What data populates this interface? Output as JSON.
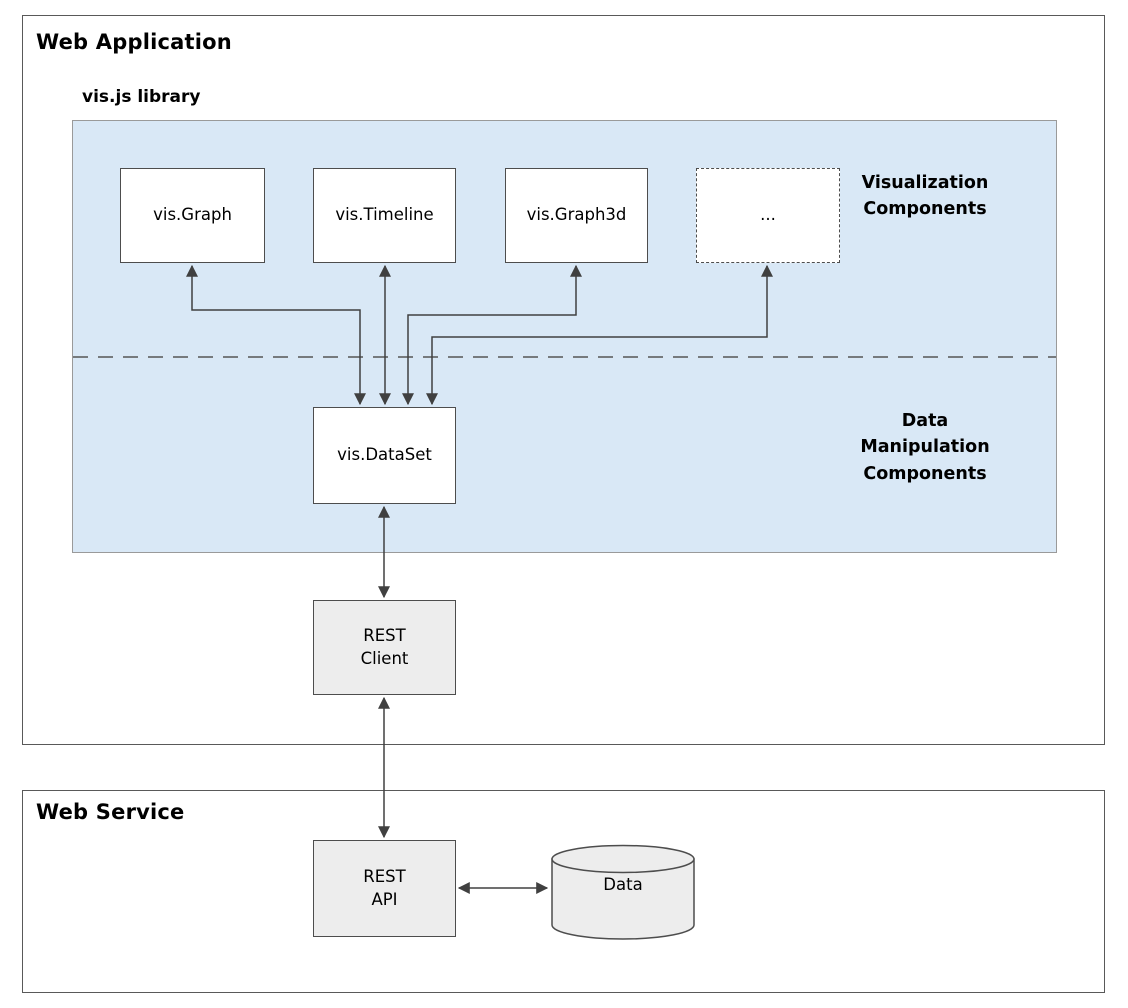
{
  "titles": {
    "web_application": "Web Application",
    "library": "vis.js library",
    "web_service": "Web Service"
  },
  "labels": {
    "visualization": "Visualization\nComponents",
    "data_manipulation": "Data\nManipulation\nComponents"
  },
  "nodes": {
    "graph": "vis.Graph",
    "timeline": "vis.Timeline",
    "graph3d": "vis.Graph3d",
    "ellipsis": "...",
    "dataset": "vis.DataSet",
    "rest_client": "REST\nClient",
    "rest_api": "REST\nAPI",
    "data": "Data"
  },
  "colors": {
    "library_panel_fill": "#d9e8f6",
    "node_border": "#4d4d4d",
    "grey_node_fill": "#ededed",
    "arrow": "#404040"
  }
}
